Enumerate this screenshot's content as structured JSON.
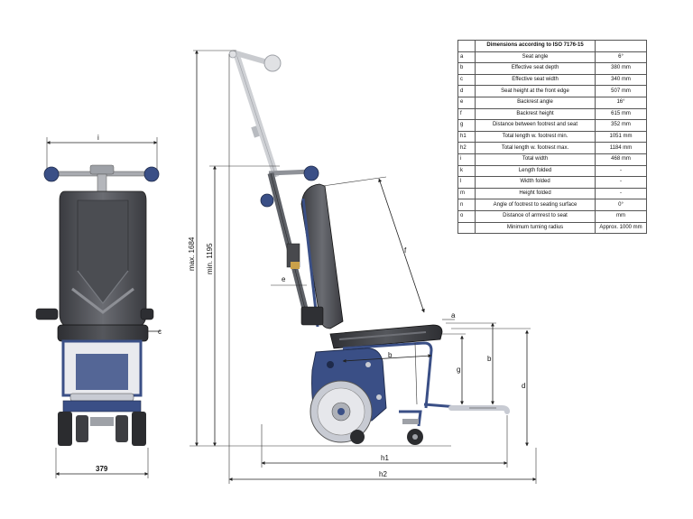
{
  "table": {
    "title": "Dimensions according to ISO 7176-15",
    "rows": [
      {
        "key": "a",
        "desc": "Seat angle",
        "value": "6°"
      },
      {
        "key": "b",
        "desc": "Effective seat depth",
        "value": "380 mm"
      },
      {
        "key": "c",
        "desc": "Effective seat width",
        "value": "340 mm"
      },
      {
        "key": "d",
        "desc": "Seat height at the front edge",
        "value": "507 mm"
      },
      {
        "key": "e",
        "desc": "Backrest angle",
        "value": "16°"
      },
      {
        "key": "f",
        "desc": "Backrest height",
        "value": "615 mm"
      },
      {
        "key": "g",
        "desc": "Distance between footrest and seat",
        "value": "352 mm"
      },
      {
        "key": "h1",
        "desc": "Total length w. footrest min.",
        "value": "1051 mm"
      },
      {
        "key": "h2",
        "desc": "Total length w. footrest max.",
        "value": "1184 mm"
      },
      {
        "key": "i",
        "desc": "Total width",
        "value": "468 mm"
      },
      {
        "key": "k",
        "desc": "Length folded",
        "value": "-"
      },
      {
        "key": "l",
        "desc": "Width folded",
        "value": "-"
      },
      {
        "key": "m",
        "desc": "Height folded",
        "value": "-"
      },
      {
        "key": "n",
        "desc": "Angle of footrest to seating surface",
        "value": "0°"
      },
      {
        "key": "o",
        "desc": "Distance of armrest to seat",
        "value": "mm"
      },
      {
        "key": "",
        "desc": "Minimum turning radius",
        "value": "Approx. 1000 mm"
      }
    ]
  },
  "front_view": {
    "width_label": "i",
    "base_width_label": "379",
    "seat_width_label": "c"
  },
  "side_view": {
    "max_height_label": "max. 1684",
    "min_height_label": "min. 1195",
    "backrest_angle_label": "e",
    "backrest_height_label": "f",
    "seat_depth_label": "b",
    "seat_angle_label": "a",
    "footrest_label": "g",
    "footrest_seat_label": "b",
    "front_height_label": "d",
    "length_min_label": "h1",
    "length_max_label": "h2"
  },
  "colors": {
    "frame_blue": "#3a4f86",
    "cushion_dark": "#3b3c40",
    "metal_grey": "#a9abb0",
    "wheel_grey": "#c8cbd3"
  }
}
